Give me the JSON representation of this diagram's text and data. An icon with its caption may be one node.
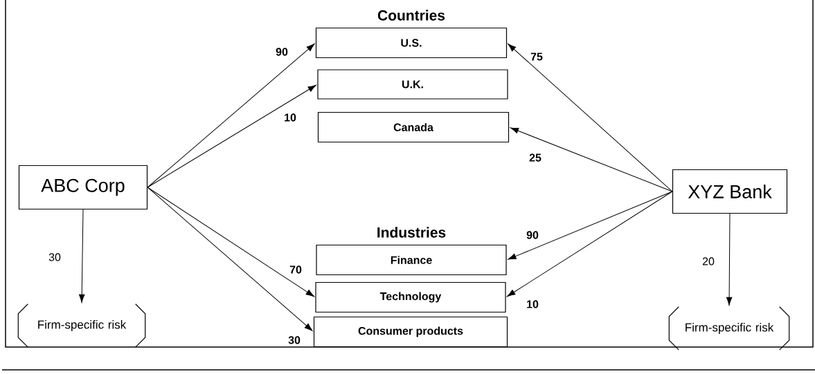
{
  "diagram": {
    "nodes": [
      {
        "text": [
          "ABC Corp"
        ]
      },
      {
        "text": [
          "XYZ Bank"
        ]
      },
      {
        "text": [
          "U.S."
        ]
      },
      {
        "text": [
          "U.K."
        ]
      },
      {
        "text": [
          "Canada"
        ]
      },
      {
        "text": [
          "Finance"
        ]
      },
      {
        "text": [
          "Technology"
        ]
      },
      {
        "text": [
          "Consumer products"
        ]
      },
      {
        "text": [
          "Firm-specific risk"
        ]
      },
      {
        "text": [
          "Firm-specific risk"
        ]
      }
    ],
    "edges": [
      {
        "from": 0,
        "to": 2,
        "arrow": "to",
        "label": "90"
      },
      {
        "from": 0,
        "to": 3,
        "arrow": "to",
        "label": "10"
      },
      {
        "from": 0,
        "to": 6,
        "arrow": "to",
        "label": "70"
      },
      {
        "from": 0,
        "to": 7,
        "arrow": "to",
        "label": "30"
      },
      {
        "from": 1,
        "to": 2,
        "arrow": "to",
        "label": "75"
      },
      {
        "from": 1,
        "to": 4,
        "arrow": "to",
        "label": "25"
      },
      {
        "from": 1,
        "to": 5,
        "arrow": "to",
        "label": "90"
      },
      {
        "from": 1,
        "to": 6,
        "arrow": "to",
        "label": "10"
      },
      {
        "from": 0,
        "to": 8,
        "arrow": "to",
        "label": "30"
      },
      {
        "from": 1,
        "to": 9,
        "arrow": "to",
        "label": "20"
      }
    ],
    "labels": [
      "Countries",
      "Industries"
    ]
  }
}
